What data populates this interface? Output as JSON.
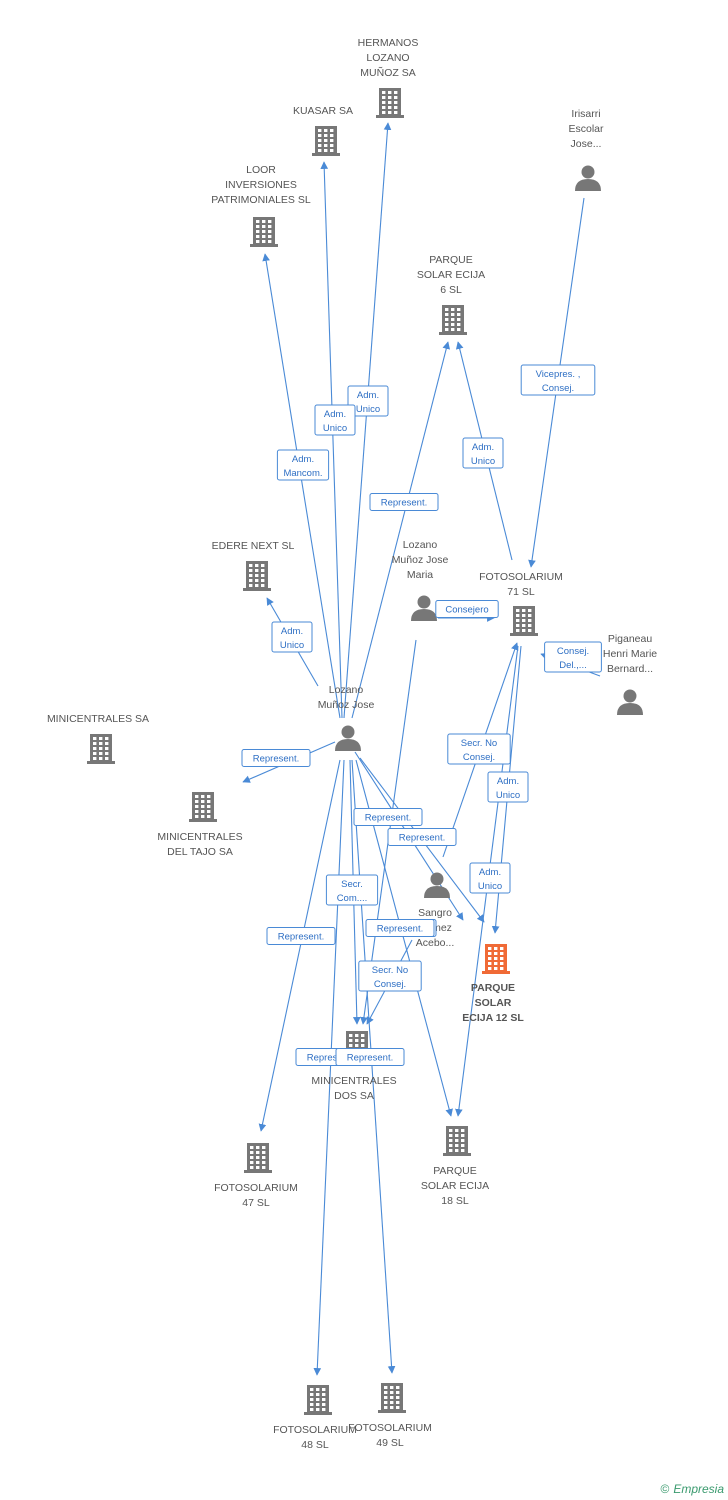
{
  "colors": {
    "node": "#777777",
    "focus": "#f06a36",
    "edge": "#4a8ad6"
  },
  "nodes": [
    {
      "id": "hermanos",
      "type": "company",
      "label": [
        "HERMANOS",
        "LOZANO",
        "MUÑOZ SA"
      ]
    },
    {
      "id": "kuasar",
      "type": "company",
      "label": [
        "KUASAR SA"
      ]
    },
    {
      "id": "loor",
      "type": "company",
      "label": [
        "LOOR",
        "INVERSIONES",
        "PATRIMONIALES SL"
      ]
    },
    {
      "id": "irisarri",
      "type": "person",
      "label": [
        "Irisarri",
        "Escolar",
        "Jose..."
      ]
    },
    {
      "id": "pse6",
      "type": "company",
      "label": [
        "PARQUE",
        "SOLAR ECIJA",
        "6 SL"
      ]
    },
    {
      "id": "edere",
      "type": "company",
      "label": [
        "EDERE NEXT SL"
      ]
    },
    {
      "id": "lozano_maria",
      "type": "person",
      "label": [
        "Lozano",
        "Muñoz Jose",
        "Maria"
      ]
    },
    {
      "id": "foto71",
      "type": "company",
      "label": [
        "FOTOSOLARIUM",
        "71 SL"
      ]
    },
    {
      "id": "piganeau",
      "type": "person",
      "label": [
        "Piganeau",
        "Henri Marie",
        "Bernard..."
      ]
    },
    {
      "id": "lozano_jose",
      "type": "person",
      "label": [
        "Lozano",
        "Muñoz Jose"
      ]
    },
    {
      "id": "minicentrales",
      "type": "company",
      "label": [
        "MINICENTRALES SA"
      ]
    },
    {
      "id": "minitajo",
      "type": "company",
      "label": [
        "MINICENTRALES",
        "DEL TAJO SA"
      ]
    },
    {
      "id": "sangro",
      "type": "person",
      "label": [
        "Sangro",
        "Gomez",
        "Acebo..."
      ]
    },
    {
      "id": "pse12",
      "type": "focus",
      "label": [
        "PARQUE",
        "SOLAR",
        "ECIJA 12 SL"
      ]
    },
    {
      "id": "minidos",
      "type": "company",
      "label": [
        "MINICENTRALES",
        "DOS SA"
      ]
    },
    {
      "id": "foto47",
      "type": "company",
      "label": [
        "FOTOSOLARIUM",
        "47 SL"
      ]
    },
    {
      "id": "pse18",
      "type": "company",
      "label": [
        "PARQUE",
        "SOLAR ECIJA",
        "18 SL"
      ]
    },
    {
      "id": "foto48",
      "type": "company",
      "label": [
        "FOTOSOLARIUM",
        "48 SL"
      ]
    },
    {
      "id": "foto49",
      "type": "company",
      "label": [
        "FOTOSOLARIUM",
        "49 SL"
      ]
    }
  ],
  "edges": [
    {
      "from": "lozano_jose",
      "to": "hermanos",
      "label": [
        "Adm.",
        "Unico"
      ]
    },
    {
      "from": "lozano_jose",
      "to": "kuasar",
      "label": [
        "Adm.",
        "Unico"
      ]
    },
    {
      "from": "lozano_jose",
      "to": "loor",
      "label": [
        "Adm.",
        "Mancom."
      ]
    },
    {
      "from": "lozano_jose",
      "to": "pse6",
      "label": [
        "Represent."
      ]
    },
    {
      "from": "lozano_jose",
      "to": "edere",
      "label": [
        "Adm.",
        "Unico"
      ]
    },
    {
      "from": "lozano_jose",
      "to": "minitajo",
      "label": [
        "Represent."
      ]
    },
    {
      "from": "lozano_jose",
      "to": "pse12",
      "label": [
        "Represent."
      ]
    },
    {
      "from": "lozano_jose",
      "to": "pse12",
      "label": [
        "Represent."
      ]
    },
    {
      "from": "lozano_jose",
      "to": "minidos",
      "label": [
        "Secr.",
        "Com...."
      ]
    },
    {
      "from": "lozano_jose",
      "to": "foto47",
      "label": [
        "Represent."
      ]
    },
    {
      "from": "lozano_jose",
      "to": "pse18",
      "label": [
        "Represent."
      ]
    },
    {
      "from": "lozano_jose",
      "to": "foto48",
      "label": [
        "Represent."
      ]
    },
    {
      "from": "lozano_jose",
      "to": "foto49",
      "label": [
        "Represent."
      ]
    },
    {
      "from": "foto71",
      "to": "pse6",
      "label": [
        "Adm.",
        "Unico"
      ]
    },
    {
      "from": "foto71",
      "to": "pse12",
      "label": [
        "Adm.",
        "Unico"
      ]
    },
    {
      "from": "foto71",
      "to": "pse18",
      "label": [
        "Adm.",
        "Unico"
      ]
    },
    {
      "from": "irisarri",
      "to": "foto71",
      "label": [
        "Vicepres. ,",
        "Consej."
      ]
    },
    {
      "from": "lozano_maria",
      "to": "foto71",
      "label": [
        "Consejero"
      ]
    },
    {
      "from": "lozano_maria",
      "to": "minidos",
      "label": [
        "Represent."
      ]
    },
    {
      "from": "piganeau",
      "to": "foto71",
      "label": [
        "Consej.",
        "Del.,..."
      ]
    },
    {
      "from": "sangro",
      "to": "foto71",
      "label": [
        "Secr.  No",
        "Consej."
      ]
    },
    {
      "from": "sangro",
      "to": "minidos",
      "label": [
        "Secr.  No",
        "Consej."
      ]
    },
    {
      "from": "minicentrales",
      "to": "minitajo",
      "label": [
        "Consejero"
      ]
    }
  ],
  "footer": {
    "copyright": "©",
    "brand": "Empresia"
  }
}
